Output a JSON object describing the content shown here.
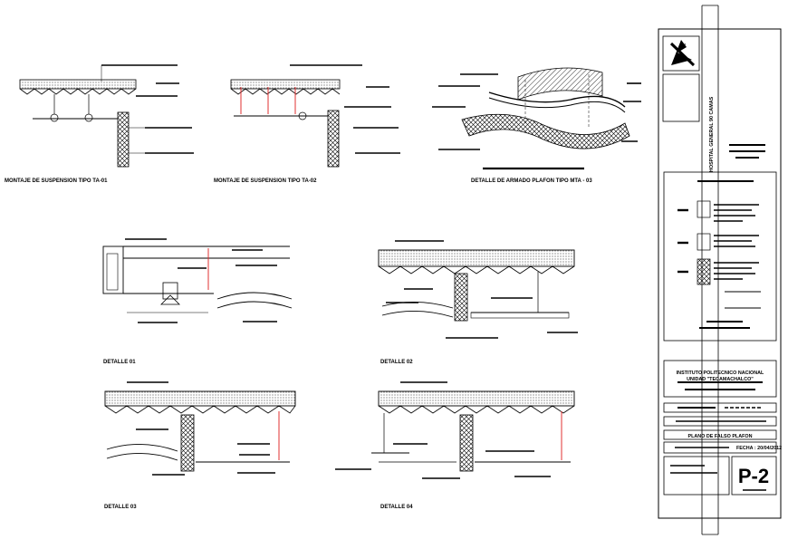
{
  "captions": {
    "ta01": "MONTAJE DE SUSPENSION TIPO TA-01",
    "ta02": "MONTAJE DE SUSPENSION TIPO TA-02",
    "mta03": "DETALLE DE ARMADO PLAFON TIPO MTA - 03",
    "d01": "DETALLE 01",
    "d02": "DETALLE 02",
    "d03": "DETALLE 03",
    "d04": "DETALLE 04"
  },
  "title_block": {
    "north_letter": "N",
    "project": "HOSPITAL GENERAL 90 CAMAS",
    "institute_line1": "INSTITUTO POLITECNICO NACIONAL",
    "institute_line2": "UNIDAD \"TECAMACHALCO\"",
    "drawing_title": "PLANO DE FALSO PLAFON",
    "date": "FECHA : 20/04/2012",
    "sheet_number": "P-2"
  }
}
